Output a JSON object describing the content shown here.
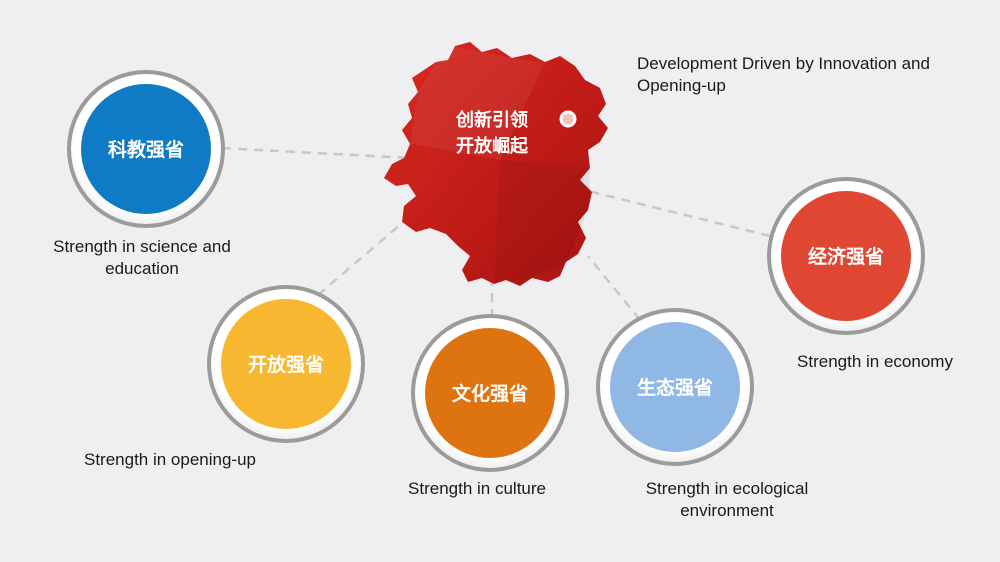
{
  "center": {
    "line1": "创新引领",
    "line2": "开放崛起",
    "color": "#c8201c",
    "caption": "Development Driven by Innovation and\nOpening-up"
  },
  "nodes": [
    {
      "id": "science-education",
      "label": "科教强省",
      "caption": "Strength in science and\neducation",
      "color": "#0f7bc4"
    },
    {
      "id": "opening-up",
      "label": "开放强省",
      "caption": "Strength in opening-up",
      "color": "#f7b731"
    },
    {
      "id": "culture",
      "label": "文化强省",
      "caption": "Strength in culture",
      "color": "#de7410"
    },
    {
      "id": "ecology",
      "label": "生态强省",
      "caption": "Strength in ecological\nenvironment",
      "color": "#8fb8e4"
    },
    {
      "id": "economy",
      "label": "经济强省",
      "caption": "Strength in economy",
      "color": "#e04732"
    }
  ]
}
